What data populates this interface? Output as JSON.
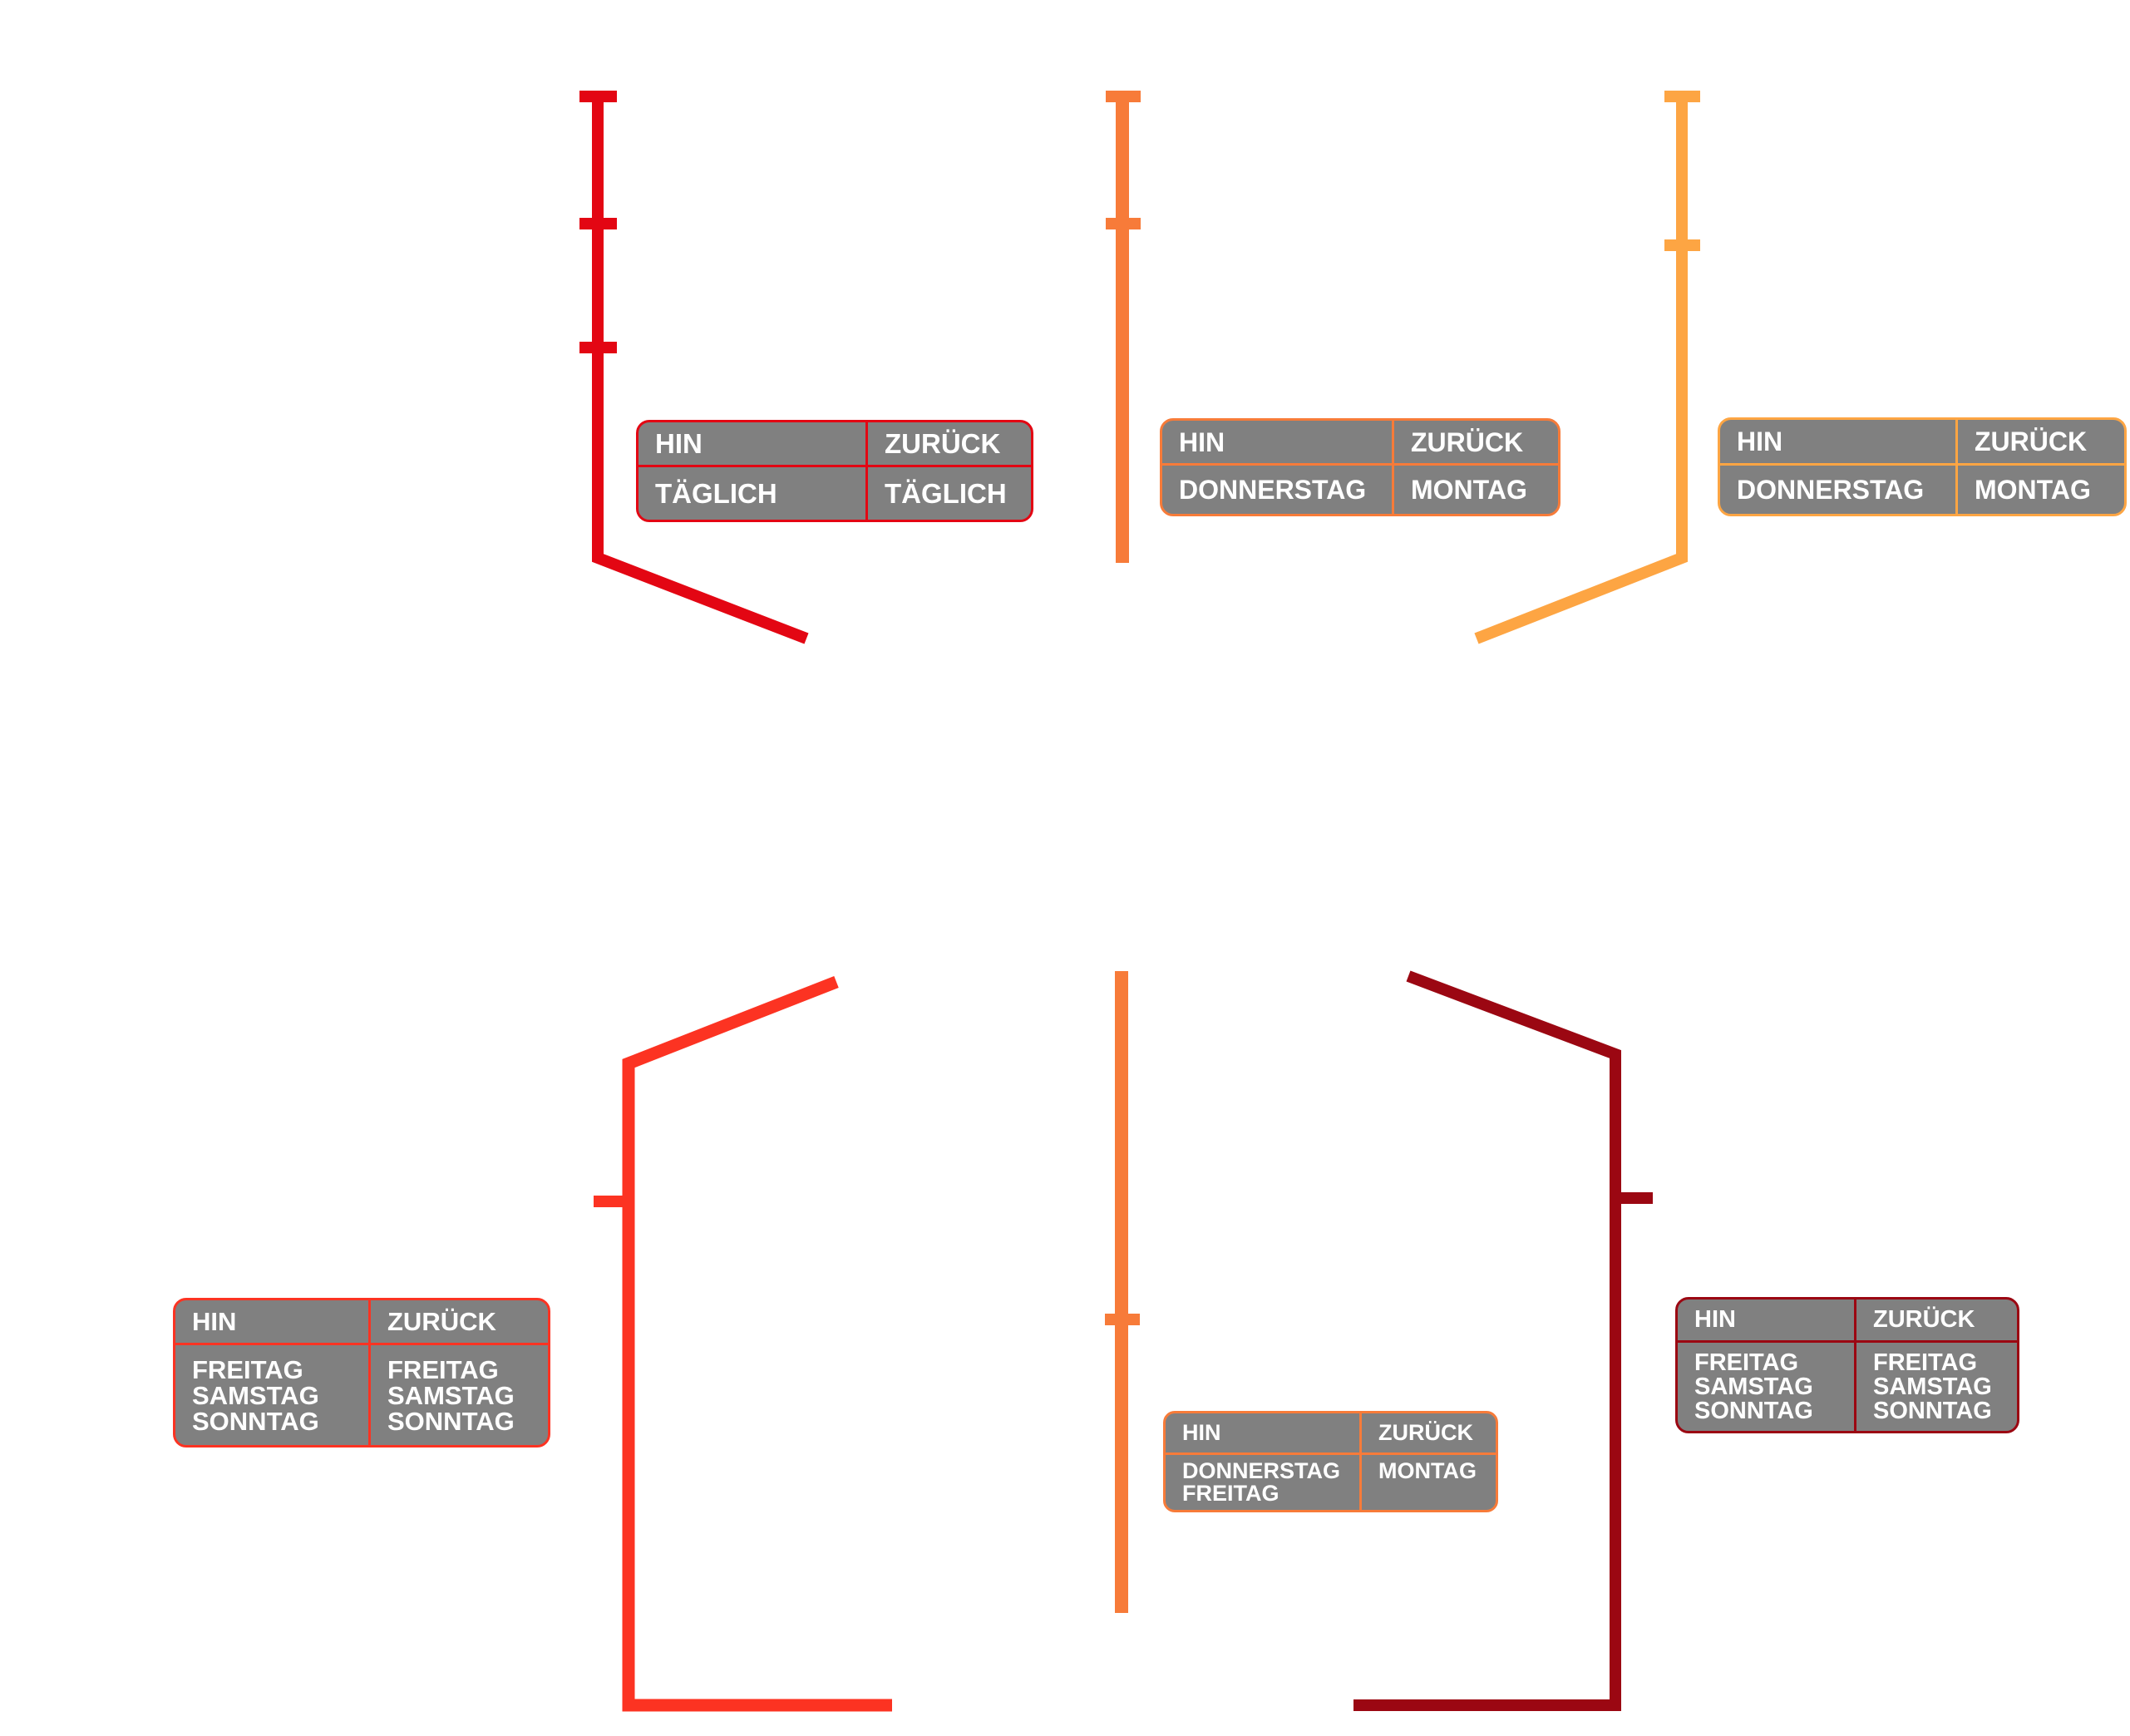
{
  "colors": {
    "background": "#ffffff",
    "table_fill": "#808080",
    "table_text": "#ffffff"
  },
  "routes": [
    {
      "id": "route-top-left",
      "color": "#e30613",
      "schedule": {
        "hin_label": "HIN",
        "zurueck_label": "ZURÜCK",
        "hin_days": [
          "TÄGLICH"
        ],
        "zurueck_days": [
          "TÄGLICH"
        ]
      }
    },
    {
      "id": "route-top-center",
      "color": "#f77b39",
      "schedule": {
        "hin_label": "HIN",
        "zurueck_label": "ZURÜCK",
        "hin_days": [
          "DONNERSTAG"
        ],
        "zurueck_days": [
          "MONTAG"
        ]
      }
    },
    {
      "id": "route-top-right",
      "color": "#fda543",
      "schedule": {
        "hin_label": "HIN",
        "zurueck_label": "ZURÜCK",
        "hin_days": [
          "DONNERSTAG"
        ],
        "zurueck_days": [
          "MONTAG"
        ]
      }
    },
    {
      "id": "route-bottom-left",
      "color": "#fc3322",
      "schedule": {
        "hin_label": "HIN",
        "zurueck_label": "ZURÜCK",
        "hin_days": [
          "FREITAG",
          "SAMSTAG",
          "SONNTAG"
        ],
        "zurueck_days": [
          "FREITAG",
          "SAMSTAG",
          "SONNTAG"
        ]
      }
    },
    {
      "id": "route-bottom-center",
      "color": "#f77b39",
      "schedule": {
        "hin_label": "HIN",
        "zurueck_label": "ZURÜCK",
        "hin_days": [
          "DONNERSTAG",
          "FREITAG"
        ],
        "zurueck_days": [
          "MONTAG"
        ]
      }
    },
    {
      "id": "route-bottom-right",
      "color": "#9b0712",
      "schedule": {
        "hin_label": "HIN",
        "zurueck_label": "ZURÜCK",
        "hin_days": [
          "FREITAG",
          "SAMSTAG",
          "SONNTAG"
        ],
        "zurueck_days": [
          "FREITAG",
          "SAMSTAG",
          "SONNTAG"
        ]
      }
    }
  ]
}
